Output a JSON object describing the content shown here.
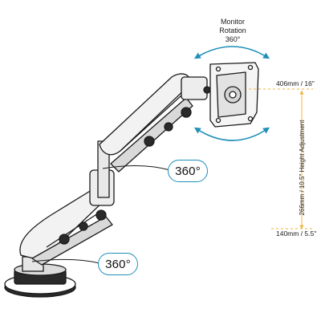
{
  "rotation_label": {
    "line1": "Monitor",
    "line2": "Rotation",
    "line3": "360°"
  },
  "height": {
    "max": "406mm / 16\"",
    "min": "140mm / 5.5\"",
    "range": "266mm / 10.5\" Height Adjustment"
  },
  "swivel_upper": "360°",
  "swivel_lower": "360°",
  "colors": {
    "accent": "#1e8fb8",
    "measure": "#f0b43c",
    "line": "#1a1a1a"
  },
  "icons": [
    "rotation-arc-icon",
    "swivel-arrow-icon"
  ]
}
